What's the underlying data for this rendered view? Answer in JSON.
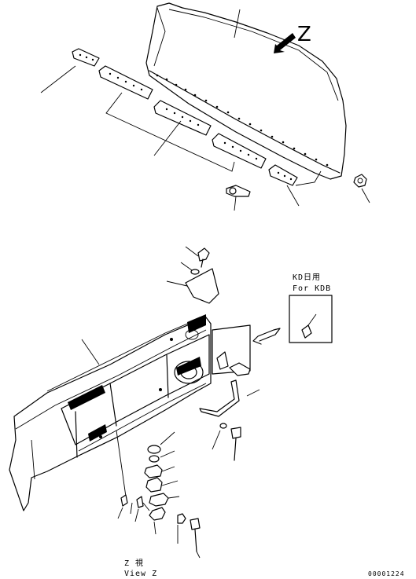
{
  "labels": {
    "view_letter": "Z",
    "kdb_label_line1": "KD日用",
    "kdb_label_line2": "For KDB",
    "view_label_line1": "Z 視",
    "view_label_line2": "View Z",
    "drawing_id": "00001224"
  }
}
